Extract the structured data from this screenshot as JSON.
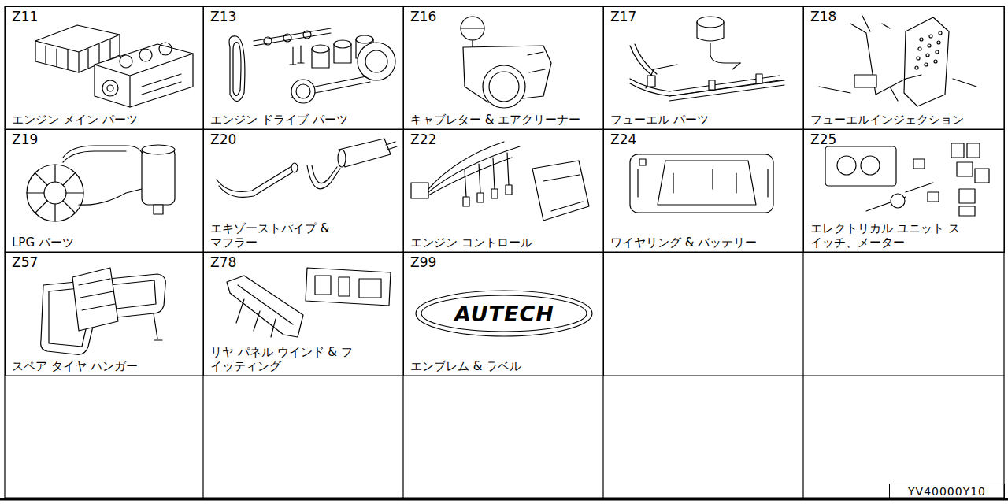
{
  "diagram": {
    "nodes": [
      {
        "text": [
          "Z11",
          "エンジン メイン パーツ"
        ]
      },
      {
        "text": [
          "Z13",
          "エンジン ドライブ パーツ"
        ]
      },
      {
        "text": [
          "Z16",
          "キャブレター & エアクリーナー"
        ]
      },
      {
        "text": [
          "Z17",
          "フューエル パーツ"
        ]
      },
      {
        "text": [
          "Z18",
          "フューエルインジェクション"
        ]
      },
      {
        "text": [
          "Z19",
          "LPG パーツ"
        ]
      },
      {
        "text": [
          "Z20",
          "エキゾーストパイプ & マフラー"
        ]
      },
      {
        "text": [
          "Z22",
          "エンジン コントロール"
        ]
      },
      {
        "text": [
          "Z24",
          "ワイヤリング & バッテリー"
        ]
      },
      {
        "text": [
          "Z25",
          "エレクトリカル ユニット スイッチ、メーター"
        ]
      },
      {
        "text": [
          "Z57",
          "スペア タイヤ ハンガー"
        ]
      },
      {
        "text": [
          "Z78",
          "リヤ パネル ウインド & フイッティング"
        ]
      },
      {
        "text": [
          "Z99",
          "エンブレム & ラベル"
        ]
      },
      {
        "text": [
          "YV40000Y10"
        ]
      }
    ],
    "labels": [
      "AUTECH"
    ]
  }
}
